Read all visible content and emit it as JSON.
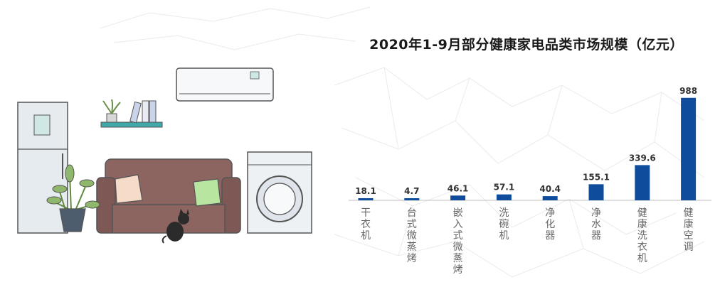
{
  "chart_data": {
    "type": "bar",
    "title": "2020年1-9月部分健康家电品类市场规模（亿元）",
    "categories": [
      "干衣机",
      "台式微蒸烤",
      "嵌入式微蒸烤",
      "洗碗机",
      "净化器",
      "净水器",
      "健康洗衣机",
      "健康空调"
    ],
    "values": [
      18.1,
      4.7,
      46.1,
      57.1,
      40.4,
      155.1,
      339.6,
      988
    ],
    "value_labels": [
      "18.1",
      "4.7",
      "46.1",
      "57.1",
      "40.4",
      "155.1",
      "339.6",
      "988"
    ],
    "ylim": [
      0,
      1000
    ],
    "grid": false,
    "legend": "none",
    "bar_color": "#0f4c9c"
  },
  "colors": {
    "sofa": "#8c6460",
    "sofa_dark": "#6f4c49",
    "fridge": "#e6ebf0",
    "washer": "#eef1f4",
    "ac": "#f7f8fa",
    "pillow_left": "#f6dcc8",
    "pillow_right": "#b8e6a0",
    "plant": "#8fb86d",
    "pot": "#4d5d6e",
    "shelf": "#3fa8a8",
    "outline": "#555555"
  }
}
